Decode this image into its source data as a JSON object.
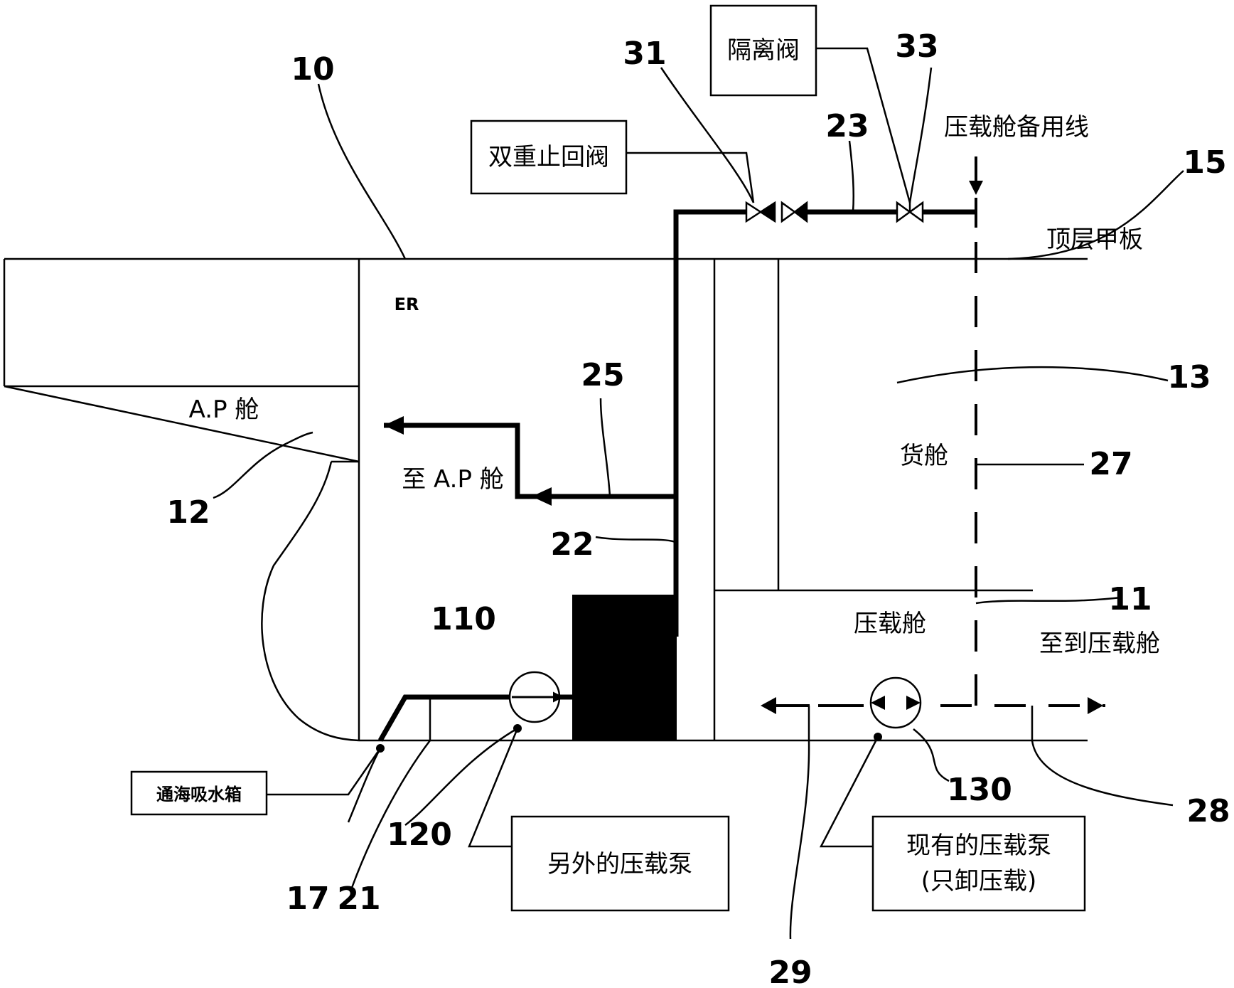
{
  "ref_numbers": {
    "n10": "10",
    "n12": "12",
    "n17": "17",
    "n21": "21",
    "n120": "120",
    "n22": "22",
    "n25": "25",
    "n31": "31",
    "n33": "33",
    "n23": "23",
    "n15": "15",
    "n13": "13",
    "n27": "27",
    "n11": "11",
    "n110": "110",
    "n130": "130",
    "n28": "28",
    "n29": "29"
  },
  "labels": {
    "isolation_valve": "隔离阀",
    "double_check_valve": "双重止回阀",
    "ballast_spare_line": "压载舱备用线",
    "top_deck": "顶层甲板",
    "er": "ER",
    "ap_tank": "A.P 舱",
    "to_ap_tank": "至 A.P 舱",
    "cargo_hold": "货舱",
    "ballast_tank": "压载舱",
    "to_ballast_tank": "至到压载舱",
    "sea_chest": "通海吸水箱",
    "additional_pump": "另外的压载泵",
    "existing_pump_line1": "现有的压载泵",
    "existing_pump_line2": "(只卸压载)"
  }
}
